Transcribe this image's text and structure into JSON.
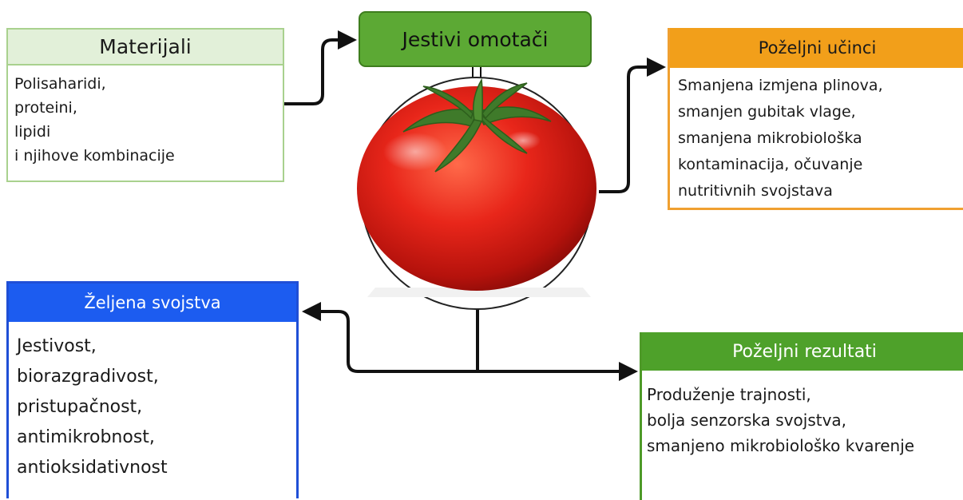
{
  "materials": {
    "title": "Materijali",
    "lines": [
      "Polisaharidi,",
      "proteini,",
      "lipidi",
      "i njihove kombinacije"
    ]
  },
  "center": {
    "title": "Jestivi omotači"
  },
  "effects": {
    "title": "Poželjni učinci",
    "lines": [
      "Smanjena izmjena plinova,",
      "smanjen gubitak vlage,",
      "smanjena mikrobiološka",
      "kontaminacija, očuvanje",
      "nutritivnih svojstava"
    ]
  },
  "properties": {
    "title": "Željena svojstva",
    "lines": [
      "Jestivost,",
      "biorazgradivost,",
      "pristupačnost,",
      "antimikrobnost,",
      "antioksidativnost"
    ]
  },
  "results": {
    "title": "Poželjni rezultati",
    "lines": [
      "Produženje trajnosti,",
      "bolja senzorska svojstva,",
      "smanjeno mikrobiološko kvarenje"
    ]
  },
  "colors": {
    "materials_header": "#e2f0d9",
    "center_fill": "#5ca934",
    "effects_header": "#f29f1a",
    "properties_header": "#1c5cf0",
    "results_header": "#4ea12a",
    "tomato": "#e8261a"
  },
  "icons": [
    "tomato-image",
    "arrow-connector"
  ]
}
